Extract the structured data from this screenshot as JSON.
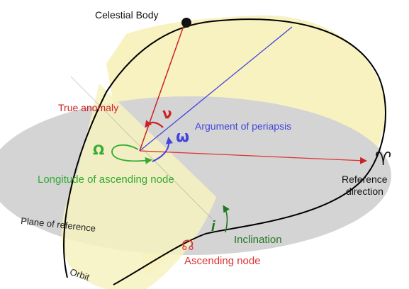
{
  "labels": {
    "celestial_body": "Celestial Body",
    "true_anomaly": "True anomaly",
    "nu": "ν",
    "argument_of_periapsis": "Argument of periapsis",
    "omega_lower": "ω",
    "omega_upper": "Ω",
    "longitude_of_ascending_node": "Longitude of ascending node",
    "aries": "♈",
    "reference_direction_line1": "Reference",
    "reference_direction_line2": "direction",
    "plane_of_reference": "Plane of reference",
    "inclination_symbol": "i",
    "inclination": "Inclination",
    "ascending_node_symbol": "☊",
    "ascending_node": "Ascending node",
    "orbit": "Orbit"
  },
  "colors": {
    "reference_plane": "#d4d4d4",
    "orbit_fill": "#f7f2c0",
    "orbit_outline": "#000000",
    "true_anomaly": "#cc2222",
    "argument_of_periapsis": "#4444dd",
    "longitude_of_ascending_node": "#33aa33",
    "inclination": "#227722",
    "ascending_node": "#dd3333",
    "reference_direction": "#dd3333",
    "text_dark": "#111111"
  }
}
